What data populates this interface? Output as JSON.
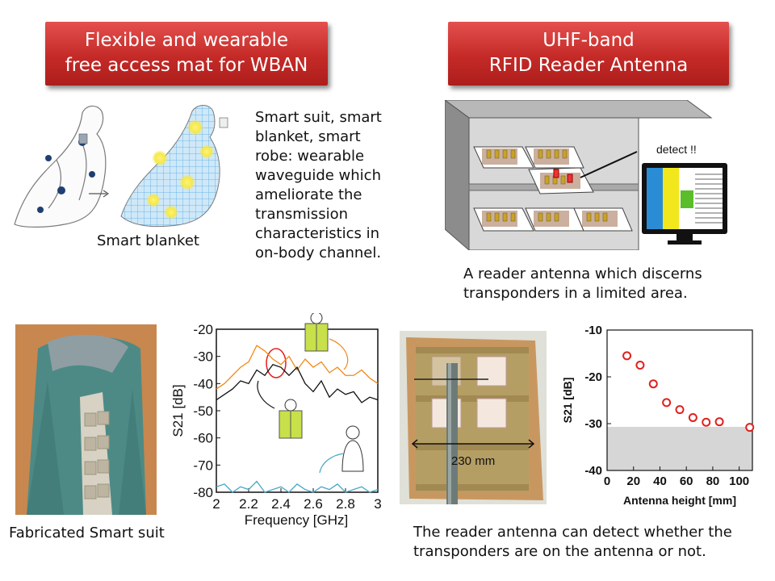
{
  "left_banner": {
    "line1": "Flexible and wearable",
    "line2": "free access mat for WBAN"
  },
  "right_banner": {
    "line1": "UHF-band",
    "line2": "RFID Reader Antenna"
  },
  "smart_blanket_caption": "Smart blanket",
  "wearable_text": [
    "Smart suit, smart",
    "blanket, smart",
    "robe: wearable",
    "waveguide which",
    "ameliorate the",
    "transmission",
    "characteristics in",
    "on-body channel."
  ],
  "reader_caption": [
    "A reader antenna which discerns",
    "transponders in a limited area."
  ],
  "detect_label": "detect !!",
  "suit_caption": "Fabricated Smart suit",
  "antenna_dimension": "230 mm",
  "bottom_caption": [
    "The reader antenna can detect whether the",
    "transponders are on the antenna or not."
  ],
  "colors": {
    "banner_red": "#c9302c",
    "mat_blue": "#8ec9ee",
    "dot_yellow": "#f6e84a",
    "orange_curve": "#f08a1c",
    "marker_red": "#e0201c"
  },
  "chart_data": [
    {
      "type": "line",
      "xlabel": "Frequency [GHz]",
      "ylabel": "S21 [dB]",
      "xlim": [
        2,
        3
      ],
      "ylim": [
        -80,
        -20
      ],
      "x_ticks": [
        "2",
        "2.2",
        "2.4",
        "2.6",
        "2.8",
        "3"
      ],
      "y_ticks": [
        "-20",
        "-30",
        "-40",
        "-50",
        "-60",
        "-70",
        "-80"
      ],
      "series": [
        {
          "color": "#f08a1c",
          "x": [
            2.0,
            2.05,
            2.1,
            2.15,
            2.2,
            2.25,
            2.3,
            2.35,
            2.4,
            2.45,
            2.5,
            2.55,
            2.6,
            2.65,
            2.7,
            2.75,
            2.8,
            2.85,
            2.9,
            2.95,
            3.0
          ],
          "y": [
            -42,
            -40,
            -37,
            -34,
            -32,
            -26,
            -28,
            -31,
            -33,
            -30,
            -35,
            -31,
            -34,
            -32,
            -36,
            -34,
            -37,
            -37,
            -35,
            -38,
            -40
          ]
        },
        {
          "color": "#111111",
          "x": [
            2.0,
            2.05,
            2.1,
            2.15,
            2.2,
            2.25,
            2.3,
            2.35,
            2.4,
            2.45,
            2.5,
            2.55,
            2.6,
            2.65,
            2.7,
            2.75,
            2.8,
            2.85,
            2.9,
            2.95,
            3.0
          ],
          "y": [
            -46,
            -44,
            -42,
            -39,
            -40,
            -35,
            -37,
            -33,
            -34,
            -37,
            -34,
            -40,
            -43,
            -39,
            -45,
            -42,
            -44,
            -43,
            -47,
            -45,
            -46
          ]
        },
        {
          "color": "#4aa8c8",
          "x": [
            2.0,
            2.05,
            2.1,
            2.15,
            2.2,
            2.25,
            2.3,
            2.35,
            2.4,
            2.45,
            2.5,
            2.55,
            2.6,
            2.65,
            2.7,
            2.75,
            2.8,
            2.85,
            2.9,
            2.95,
            3.0
          ],
          "y": [
            -78,
            -77,
            -80,
            -78,
            -79,
            -76,
            -80,
            -79,
            -78,
            -80,
            -77,
            -79,
            -80,
            -78,
            -79,
            -77,
            -80,
            -79,
            -78,
            -80,
            -79
          ]
        }
      ]
    },
    {
      "type": "scatter",
      "xlabel": "Antenna height [mm]",
      "ylabel": "S21 [dB]",
      "xlim": [
        0,
        110
      ],
      "ylim": [
        -40,
        -10
      ],
      "x_ticks": [
        "0",
        "20",
        "40",
        "60",
        "80",
        "100"
      ],
      "y_ticks": [
        "-10",
        "-20",
        "-30",
        "-40"
      ],
      "shaded_below": -30,
      "series": [
        {
          "color": "#e0201c",
          "x": [
            15,
            25,
            35,
            45,
            55,
            65,
            75,
            85,
            108
          ],
          "y": [
            -15.5,
            -17.5,
            -21.5,
            -25.5,
            -27,
            -28.7,
            -29.7,
            -29.6,
            -30.8
          ]
        }
      ]
    }
  ]
}
